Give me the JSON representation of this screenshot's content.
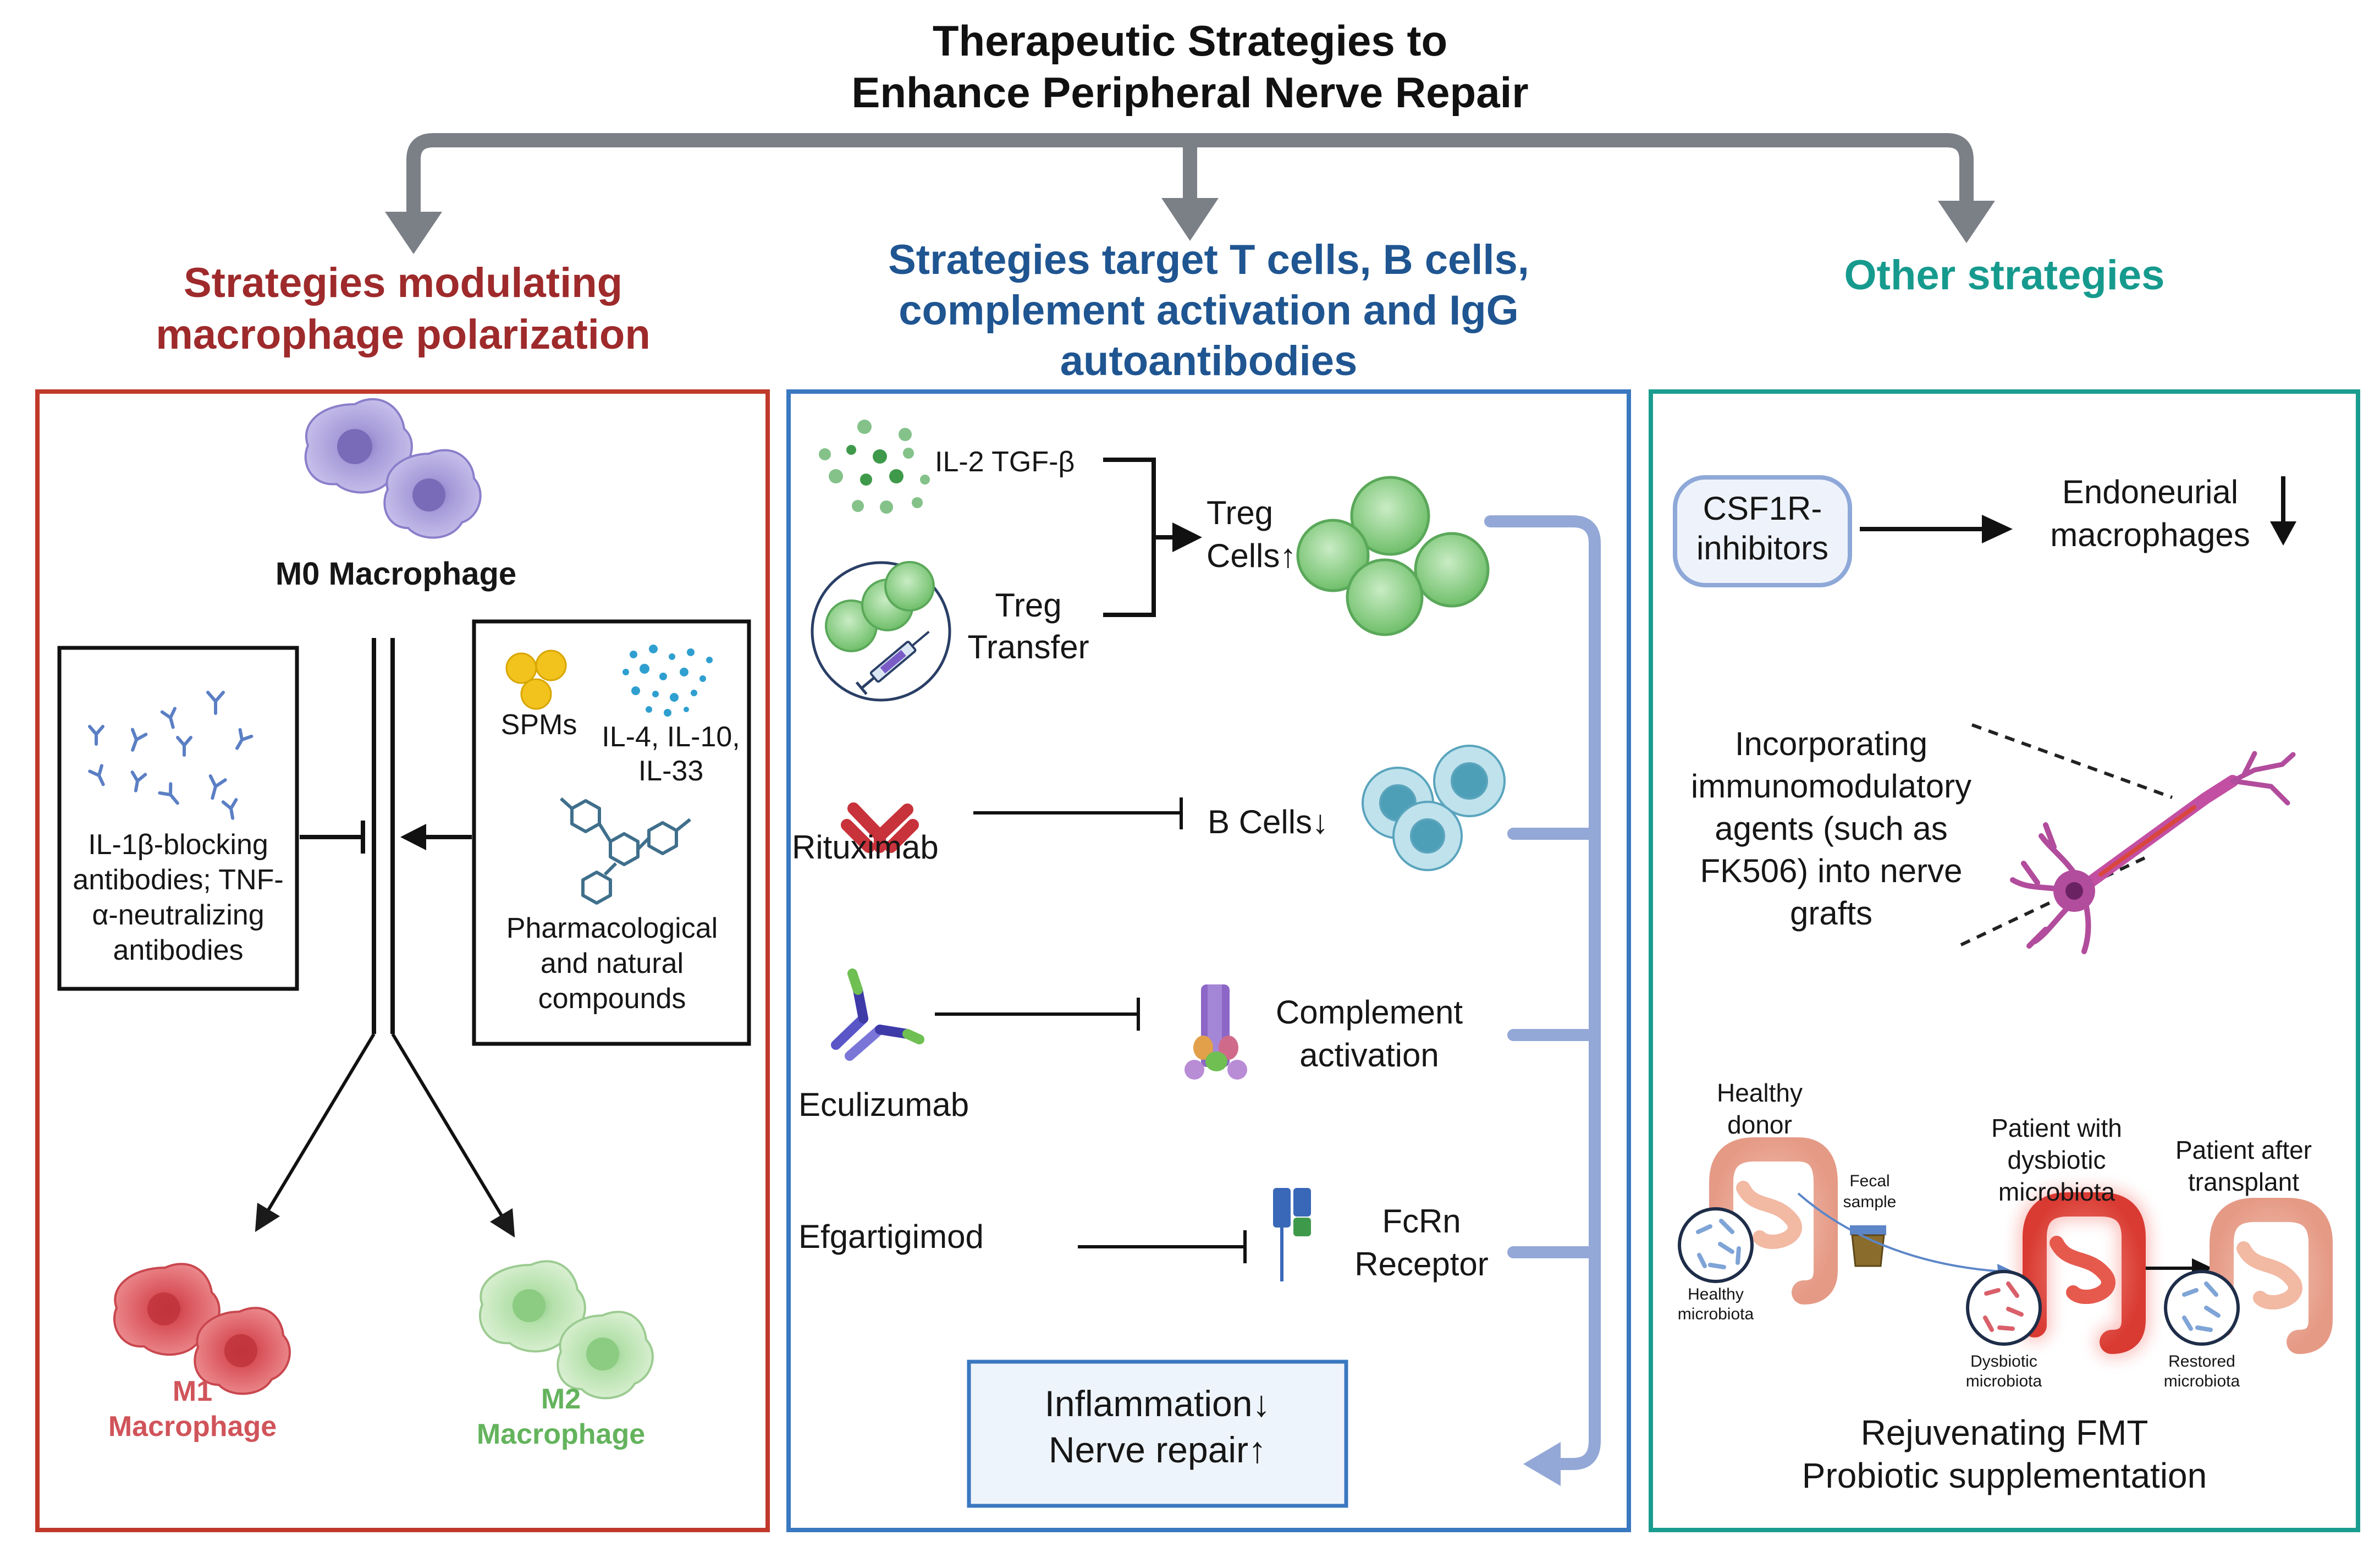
{
  "title": {
    "line1": "Therapeutic Strategies to",
    "line2": "Enhance Peripheral Nerve Repair"
  },
  "left": {
    "heading": [
      "Strategies modulating",
      "macrophage polarization"
    ],
    "m0": "M0 Macrophage",
    "blocking": [
      "IL-1β-blocking",
      "antibodies; TNF-",
      "α-neutralizing",
      "antibodies"
    ],
    "spms": "SPMs",
    "interleukins": [
      "IL-4, IL-10,",
      "IL-33"
    ],
    "compounds": [
      "Pharmacological",
      "and natural",
      "compounds"
    ],
    "m1": [
      "M1",
      "Macrophage"
    ],
    "m2": [
      "M2",
      "Macrophage"
    ]
  },
  "middle": {
    "heading": [
      "Strategies target T cells, B cells,",
      "complement activation and IgG",
      "autoantibodies"
    ],
    "il2": "IL-2 TGF-β",
    "treg_transfer": [
      "Treg",
      "Transfer"
    ],
    "treg_cells": [
      "Treg",
      "Cells↑"
    ],
    "rituximab": "Rituximab",
    "b_cells": "B Cells↓",
    "eculizumab": "Eculizumab",
    "complement": [
      "Complement",
      "activation"
    ],
    "efgartigimod": "Efgartigimod",
    "fcrn": [
      "FcRn",
      "Receptor"
    ],
    "outcome": [
      "Inflammation↓",
      "Nerve repair↑"
    ]
  },
  "right": {
    "heading": "Other strategies",
    "csf1r": [
      "CSF1R-",
      "inhibitors"
    ],
    "endoneurial": [
      "Endoneurial",
      "macrophages"
    ],
    "immuno": [
      "Incorporating",
      "immunomodulatory",
      "agents (such as",
      "FK506) into nerve",
      "grafts"
    ],
    "healthy_donor": [
      "Healthy",
      "donor"
    ],
    "fecal_sample": [
      "Fecal",
      "sample"
    ],
    "healthy_microbiota": [
      "Healthy",
      "microbiota"
    ],
    "patient_dysbiotic": [
      "Patient with",
      "dysbiotic",
      "microbiota"
    ],
    "dysbiotic_microbiota": [
      "Dysbiotic",
      "microbiota"
    ],
    "patient_after": [
      "Patient after",
      "transplant"
    ],
    "restored_microbiota": [
      "Restored",
      "microbiota"
    ],
    "fmt": [
      "Rejuvenating FMT",
      "Probiotic supplementation"
    ]
  },
  "colors": {
    "red": "#c0392b",
    "blue": "#3a78c0",
    "teal": "#1a9c8f",
    "grey_arrow": "#7b7f86",
    "treg": "#7fc77a",
    "bcell": "#7fbccd",
    "m0": "#a59ad8",
    "m1": "#d9535a",
    "m2": "#a8d99e",
    "merge_line": "#93a8d6"
  }
}
